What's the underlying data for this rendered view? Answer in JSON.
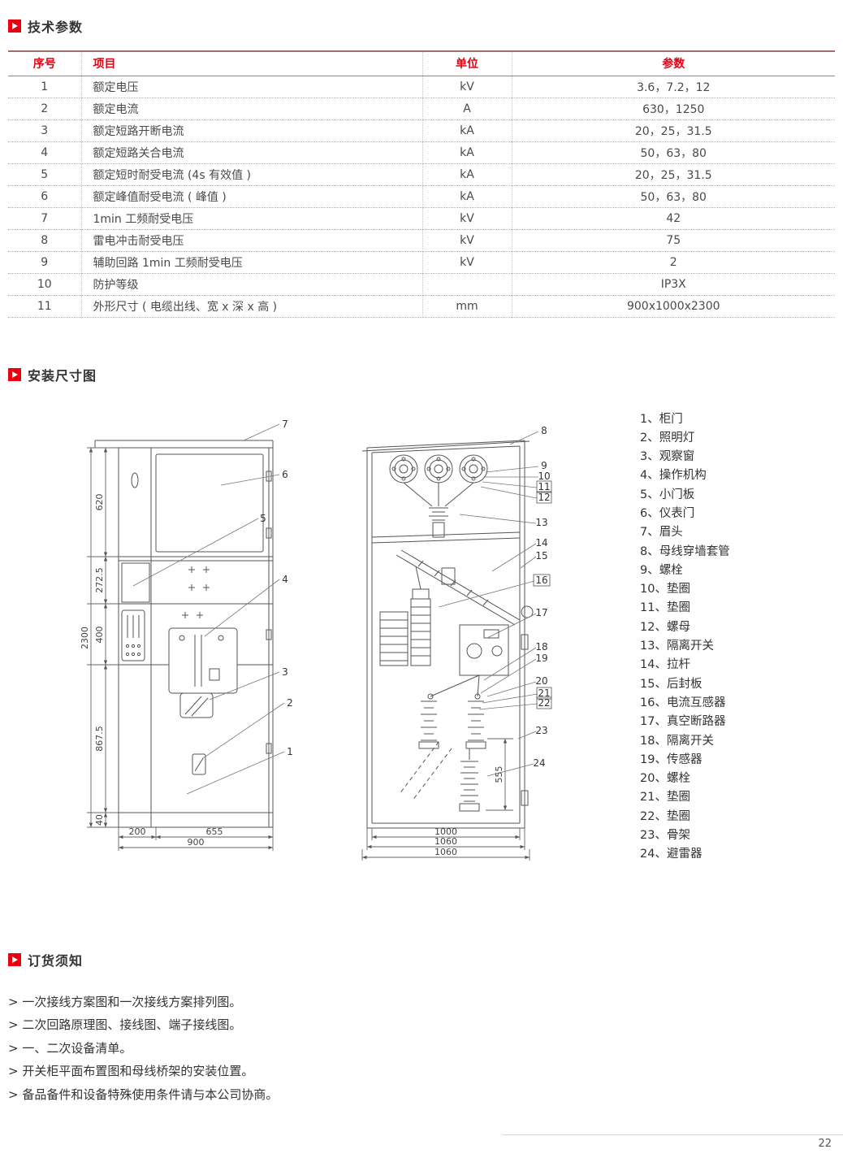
{
  "page_number": "22",
  "colors": {
    "accent": "#e60012"
  },
  "sections": {
    "tech_title": "技术参数",
    "install_title": "安装尺寸图",
    "order_title": "订货须知"
  },
  "table": {
    "headers": [
      "序号",
      "项目",
      "单位",
      "参数"
    ],
    "rows": [
      {
        "no": "1",
        "item": "额定电压",
        "unit": "kV",
        "value": "3.6，7.2，12"
      },
      {
        "no": "2",
        "item": "额定电流",
        "unit": "A",
        "value": "630，1250"
      },
      {
        "no": "3",
        "item": "额定短路开断电流",
        "unit": "kA",
        "value": "20，25，31.5"
      },
      {
        "no": "4",
        "item": "额定短路关合电流",
        "unit": "kA",
        "value": "50，63，80"
      },
      {
        "no": "5",
        "item": "额定短时耐受电流 (4s 有效值 )",
        "unit": "kA",
        "value": "20，25，31.5"
      },
      {
        "no": "6",
        "item": "额定峰值耐受电流 ( 峰值 )",
        "unit": "kA",
        "value": "50，63，80"
      },
      {
        "no": "7",
        "item": "1min 工频耐受电压",
        "unit": "kV",
        "value": "42"
      },
      {
        "no": "8",
        "item": "雷电冲击耐受电压",
        "unit": "kV",
        "value": "75"
      },
      {
        "no": "9",
        "item": "辅助回路 1min 工频耐受电压",
        "unit": "kV",
        "value": "2"
      },
      {
        "no": "10",
        "item": "防护等级",
        "unit": "",
        "value": "IP3X"
      },
      {
        "no": "11",
        "item": "外形尺寸 ( 电缆出线、宽 x 深 x 高 )",
        "unit": "mm",
        "value": "900x1000x2300"
      }
    ]
  },
  "diagram": {
    "front_view": {
      "dims_left": [
        "620",
        "272.5",
        "400",
        "867.5",
        "40"
      ],
      "dim_total": "2300",
      "dims_bottom": [
        "200",
        "655",
        "900"
      ],
      "callouts": [
        "7",
        "6",
        "5",
        "4",
        "3",
        "2",
        "1"
      ]
    },
    "side_view": {
      "callouts": [
        "8",
        "9",
        "10",
        "11",
        "12",
        "13",
        "14",
        "15",
        "16",
        "17",
        "18",
        "19",
        "20",
        "21",
        "22",
        "23",
        "24"
      ],
      "dim_inner": "555",
      "dims_bottom": [
        "1000",
        "1060",
        "1060"
      ]
    },
    "parts": [
      "1、柜门",
      "2、照明灯",
      "3、观察窗",
      "4、操作机构",
      "5、小门板",
      "6、仪表门",
      "7、眉头",
      "8、母线穿墙套管",
      "9、螺栓",
      "10、垫圈",
      "11、垫圈",
      "12、螺母",
      "13、隔离开关",
      "14、拉杆",
      "15、后封板",
      "16、电流互感器",
      "17、真空断路器",
      "18、隔离开关",
      "19、传感器",
      "20、螺栓",
      "21、垫圈",
      "22、垫圈",
      "23、骨架",
      "24、避雷器"
    ]
  },
  "ordering": {
    "items": [
      "> 一次接线方案图和一次接线方案排列图。",
      "> 二次回路原理图、接线图、端子接线图。",
      "> 一、二次设备清单。",
      "> 开关柜平面布置图和母线桥架的安装位置。",
      "> 备品备件和设备特殊使用条件请与本公司协商。"
    ]
  }
}
